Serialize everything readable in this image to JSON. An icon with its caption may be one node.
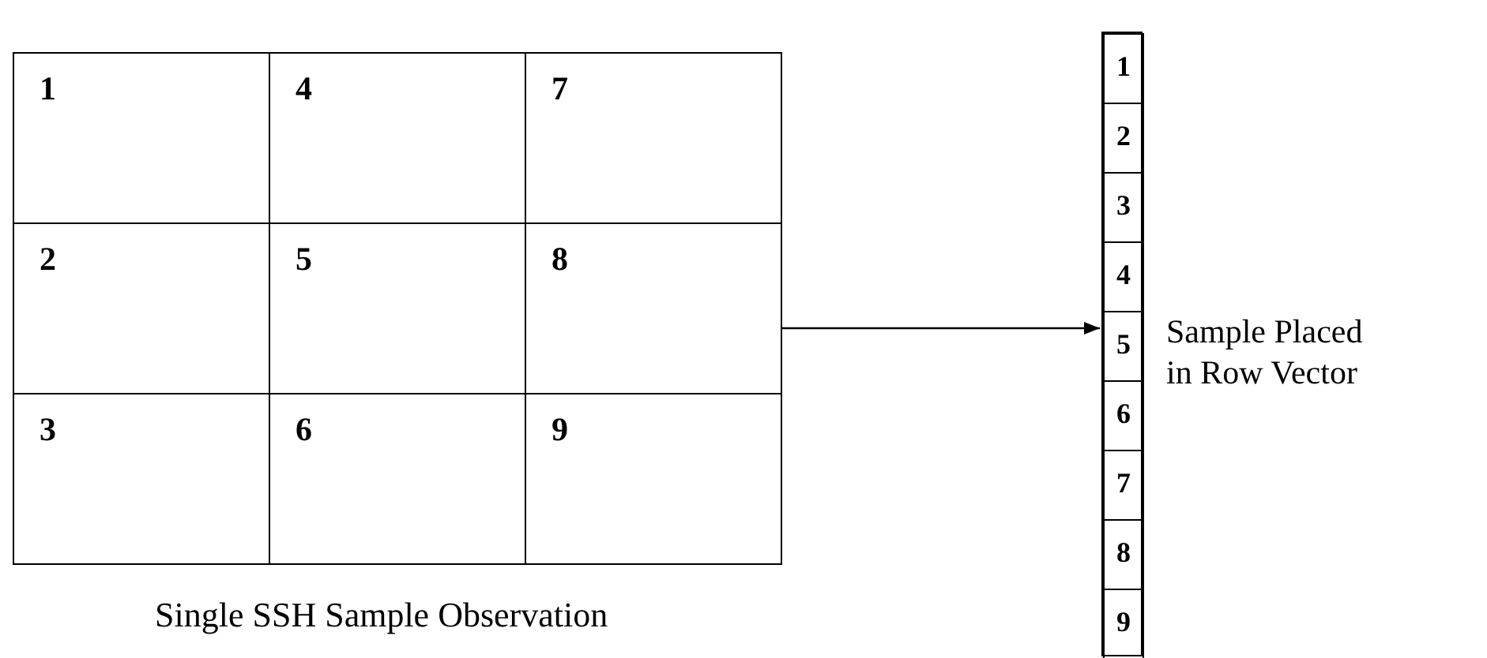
{
  "diagram": {
    "nodes": [
      {
        "text": [
          "Single SSH Sample Observation"
        ]
      },
      {
        "text": [
          "1"
        ],
        "in": 0
      },
      {
        "text": [
          "4"
        ],
        "in": 0
      },
      {
        "text": [
          "7"
        ],
        "in": 0
      },
      {
        "text": [
          "2"
        ],
        "in": 0
      },
      {
        "text": [
          "5"
        ],
        "in": 0
      },
      {
        "text": [
          "8"
        ],
        "in": 0
      },
      {
        "text": [
          "3"
        ],
        "in": 0
      },
      {
        "text": [
          "6"
        ],
        "in": 0
      },
      {
        "text": [
          "9"
        ],
        "in": 0
      },
      {
        "text": [],
        "shape": "box",
        "beside": [
          "Sample Placed in Row Vector"
        ]
      },
      {
        "text": [
          "1"
        ],
        "in": 10
      },
      {
        "text": [
          "2"
        ],
        "in": 10
      },
      {
        "text": [
          "3"
        ],
        "in": 10
      },
      {
        "text": [
          "4"
        ],
        "in": 10
      },
      {
        "text": [
          "5"
        ],
        "in": 10
      },
      {
        "text": [
          "6"
        ],
        "in": 10
      },
      {
        "text": [
          "7"
        ],
        "in": 10
      },
      {
        "text": [
          "8"
        ],
        "in": 10
      },
      {
        "text": [
          "9"
        ],
        "in": 10
      }
    ],
    "edges": [
      {
        "from": 0,
        "to": 10,
        "arrow": "to"
      }
    ]
  }
}
